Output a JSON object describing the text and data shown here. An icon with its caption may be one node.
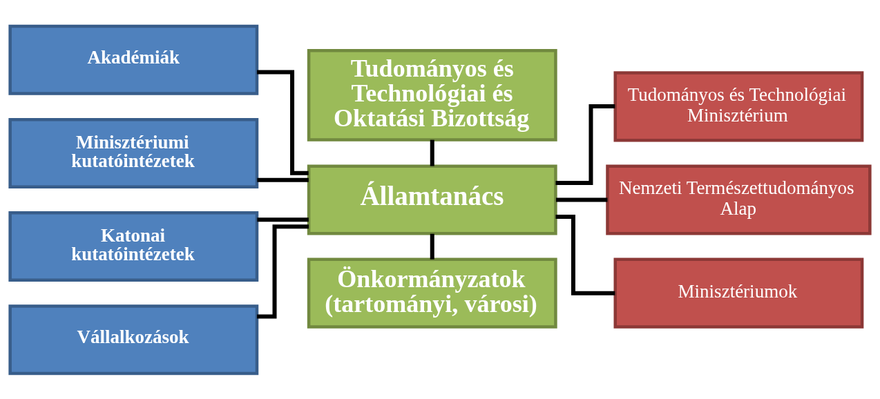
{
  "diagram": {
    "nodes": [
      {
        "text": [
          "Tudományos és Technológiai és Oktatási Bizottság"
        ]
      },
      {
        "text": [
          "Akadémiák"
        ]
      },
      {
        "text": [
          "Minisztériumi kutatóintézetek"
        ]
      },
      {
        "text": [
          "Katonai kutatóintézetek"
        ]
      },
      {
        "text": [
          "Vállalkozások"
        ]
      },
      {
        "text": [
          "Államtanács"
        ]
      },
      {
        "text": [
          "Önkormányzatok (tartományi, városi)"
        ]
      },
      {
        "text": [
          "Tudományos és Technológiai Minisztérium"
        ]
      },
      {
        "text": [
          "Nemzeti Természettudományos Alap"
        ]
      },
      {
        "text": [
          "Minisztériumok"
        ]
      }
    ],
    "edges": [
      {
        "from": 0,
        "to": 5,
        "arrow": "none"
      },
      {
        "from": 1,
        "to": 5,
        "arrow": "none"
      },
      {
        "from": 2,
        "to": 5,
        "arrow": "none"
      },
      {
        "from": 3,
        "to": 5,
        "arrow": "none"
      },
      {
        "from": 4,
        "to": 5,
        "arrow": "none"
      },
      {
        "from": 5,
        "to": 6,
        "arrow": "none"
      },
      {
        "from": 5,
        "to": 7,
        "arrow": "none"
      },
      {
        "from": 5,
        "to": 8,
        "arrow": "none"
      },
      {
        "from": 5,
        "to": 9,
        "arrow": "none"
      }
    ]
  }
}
